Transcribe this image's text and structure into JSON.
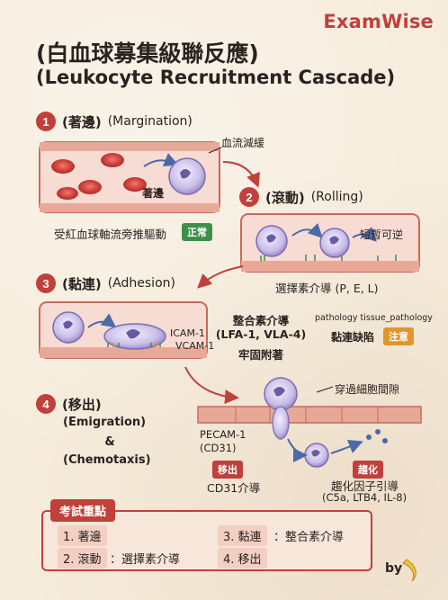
{
  "brand": "ExamWise",
  "title": {
    "zh": "(白血球募集級聯反應)",
    "en": "(Leukocyte Recruitment Cascade)"
  },
  "steps": [
    {
      "num": "1",
      "zh": "(著邊)",
      "en": "(Margination)",
      "labels": {
        "flow": "血流減緩",
        "cell": "著邊",
        "caption": "受紅血球軸流旁推驅動",
        "badge": "正常"
      }
    },
    {
      "num": "2",
      "zh": "(滾動)",
      "en": "(Rolling)",
      "labels": {
        "reversible": "短暫可逆",
        "caption": "選擇素介導 (P, E, L)"
      }
    },
    {
      "num": "3",
      "zh": "(黏連)",
      "en": "(Adhesion)",
      "labels": {
        "icam": "ICAM-1",
        "vcam": "VCAM-1",
        "integrin": "整合素介導",
        "integrin_types": "(LFA-1, VLA-4)",
        "firm": "牢固附著",
        "pathology_tag": "pathology tissue_pathology",
        "defect": "黏連缺陷",
        "badge": "注意"
      }
    },
    {
      "num": "4",
      "zh": "(移出)",
      "en_lines": [
        "(Emigration)",
        "&",
        "(Chemotaxis)"
      ],
      "labels": {
        "cross": "穿過細胞間隙",
        "pecam": "PECAM-1",
        "cd31": "(CD31)",
        "emig_badge": "移出",
        "emig_caption": "CD31介導",
        "chemo_badge": "趨化",
        "chemo_caption": "趨化因子引導",
        "chemo_factors": "(C5a, LTB4, IL-8)"
      }
    }
  ],
  "exam": {
    "title": "考試重點",
    "items": [
      {
        "text": "1. 著邊",
        "extra": ""
      },
      {
        "text": "3. 黏連",
        "extra": "：整合素介導"
      },
      {
        "text": "2. 滾動",
        "extra": "：選擇素介導"
      },
      {
        "text": "4. 移出",
        "extra": ""
      }
    ]
  },
  "byline": "by",
  "colors": {
    "accent": "#c0403c",
    "rbc": "#d4463e",
    "leukocyte": "#9a8cc8",
    "normal_badge": "#3f8f4a",
    "warn_badge": "#e0962a",
    "vessel_wall": "#e8a898"
  },
  "icons": [
    "arrow-icon",
    "banana-icon"
  ]
}
